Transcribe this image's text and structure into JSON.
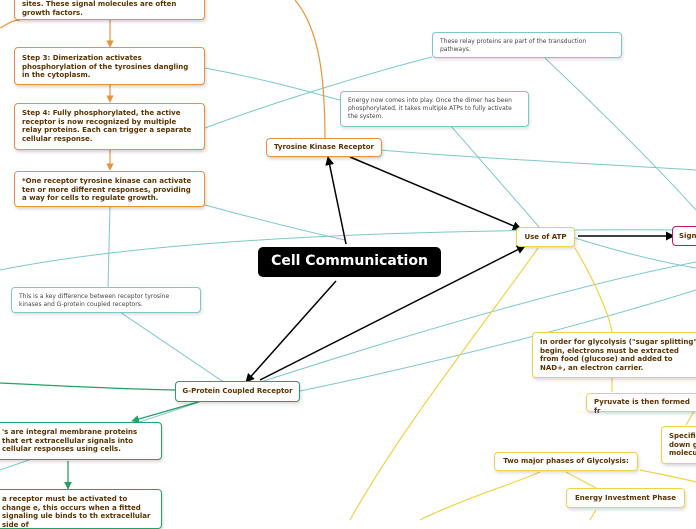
{
  "center": {
    "label": "Cell Communication"
  },
  "nodes": {
    "step2_tail": "sites. These signal molecules are often growth factors.",
    "step3": "Step 3: Dimerization activates phosphorylation of the tyrosines dangling in the cytoplasm.",
    "step4": "Step 4: Fully phosphorylated, the active receptor is now recognized by multiple relay proteins. Each can trigger a separate cellular response.",
    "one_receptor": "*One receptor tyrosine kinase can activate ten or more different responses, providing a way for cells to regulate growth.",
    "tyrosine": "Tyrosine Kinase Receptor",
    "use_atp": "Use of ATP",
    "sig": "Sign",
    "gpcr": "G-Protein Coupled Receptor",
    "gpcr_desc": "'s are integral membrane proteins that ert extracellular signals into cellular responses using cells.",
    "gpcr_activate": "a receptor must be activated to change e, this occurs when a fitted signaling ule binds to th extracellular side of",
    "glycolysis": "In order for glycolysis (\"sugar splitting\" begin, electrons must be extracted from food (glucose) and added to NAD+, an electron carrier.",
    "pyruvate": "Pyruvate is then formed fr",
    "specific": "Specific down g molecu",
    "two_phases": "Two major phases of Glycolysis:",
    "energy_investment": "Energy Investment Phase"
  },
  "notes": {
    "relay": "These relay proteins are part of the transduction pathways.",
    "energy": "Energy now comes into play. Once the dimer has been phosphorylated, it takes multiple ATPs to fully activate the system.",
    "key_diff": "This is a key difference between receptor tyrosine kinases and G-protein coupled receptors."
  },
  "colors": {
    "orange": "#e8923a",
    "yellow": "#f2d14a",
    "green": "#27a065",
    "teal": "#7cc7cc",
    "black": "#000000",
    "pink": "#c2185b"
  }
}
